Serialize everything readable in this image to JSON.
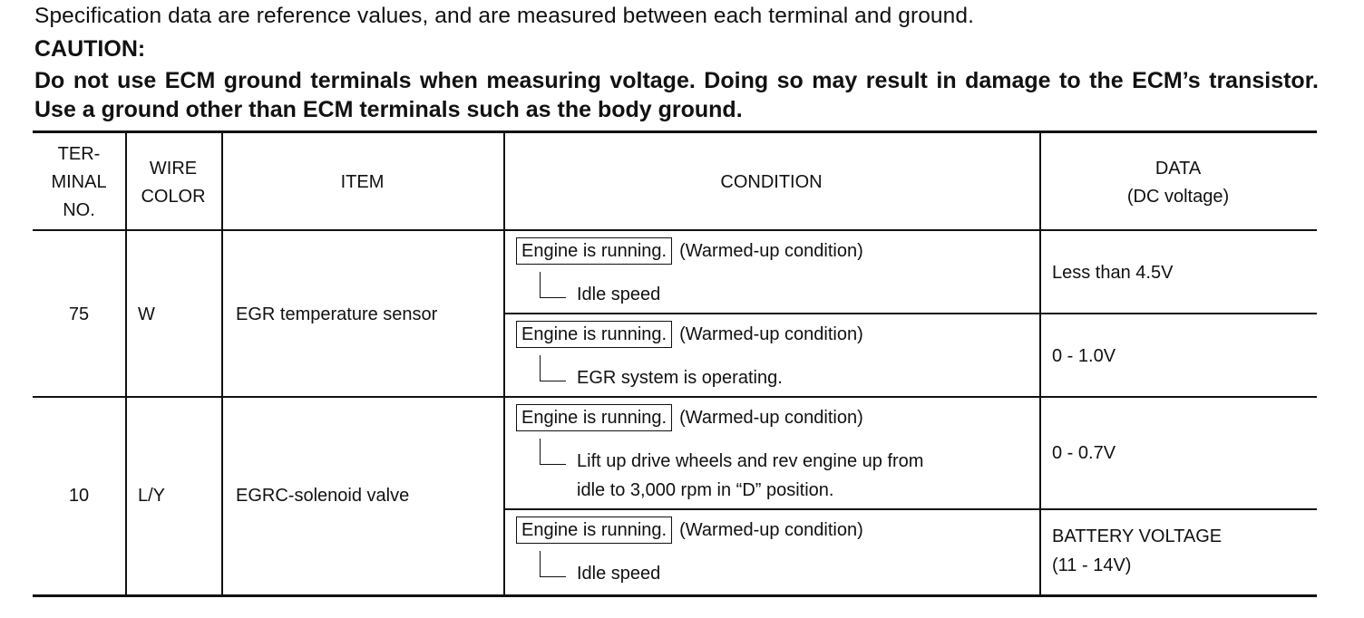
{
  "intro": "Specification data are reference values, and are measured between each terminal and ground.",
  "caution": {
    "title": "CAUTION:",
    "text": "Do not use ECM ground terminals when measuring voltage. Doing so may result in damage to the ECM’s transistor. Use a ground other than ECM terminals such as the body ground."
  },
  "table": {
    "headers": {
      "terminal": [
        "TER-",
        "MINAL",
        "NO."
      ],
      "wire": [
        "WIRE",
        "COLOR"
      ],
      "item": "ITEM",
      "condition": "CONDITION",
      "data": [
        "DATA",
        "(DC voltage)"
      ]
    },
    "groups": [
      {
        "terminal": "75",
        "wire": "W",
        "item": "EGR temperature sensor",
        "rows": [
          {
            "boxed": "Engine is running.",
            "note": "(Warmed-up condition)",
            "sub": [
              "Idle speed"
            ],
            "data": [
              "Less than 4.5V"
            ]
          },
          {
            "boxed": "Engine is running.",
            "note": "(Warmed-up condition)",
            "sub": [
              "EGR system is operating."
            ],
            "data": [
              "0 - 1.0V"
            ]
          }
        ]
      },
      {
        "terminal": "10",
        "wire": "L/Y",
        "item": "EGRC-solenoid valve",
        "rows": [
          {
            "boxed": "Engine is running.",
            "note": "(Warmed-up condition)",
            "sub": [
              "Lift up drive wheels and rev engine up from",
              "idle to 3,000 rpm in “D” position."
            ],
            "data": [
              "0 - 0.7V"
            ]
          },
          {
            "boxed": "Engine is running.",
            "note": "(Warmed-up condition)",
            "sub": [
              "Idle speed"
            ],
            "data": [
              "BATTERY VOLTAGE",
              "(11 - 14V)"
            ]
          }
        ]
      }
    ]
  }
}
